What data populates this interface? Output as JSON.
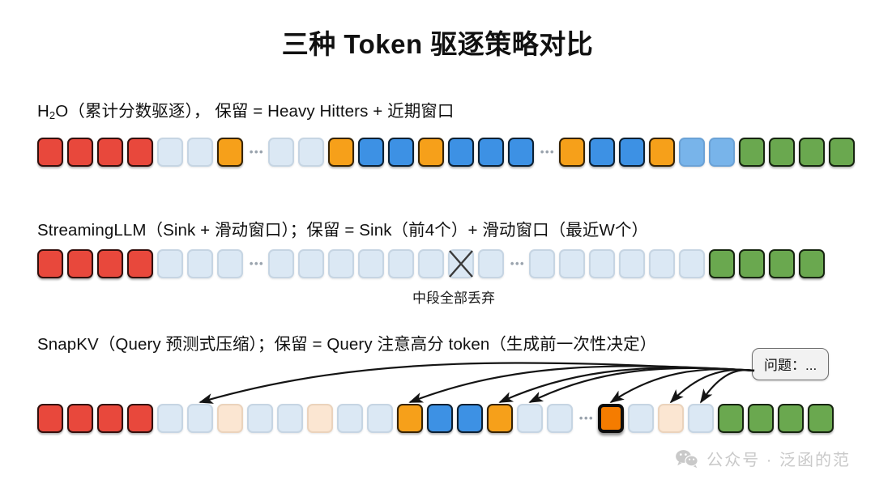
{
  "title": "三种 Token 驱逐策略对比",
  "palette": {
    "red": "#e8483c",
    "orange": "#f6a01a",
    "orange_dark": "#f57c00",
    "blue": "#3d91e4",
    "blue_light": "#78b4ea",
    "green": "#6aa84f",
    "pale_blue": "#dbe8f4",
    "peach": "#fbe6d2",
    "arrow": "#1a1a1a",
    "watermark": "#c9c9c9"
  },
  "rows": [
    {
      "id": "h2o",
      "label": "H2O（累计分数驱逐）， 保留 = Heavy Hitters + 近期窗口",
      "label_prefix": "H",
      "label_sub": "2",
      "label_rest": "O（累计分数驱逐）， 保留 = Heavy Hitters + 近期窗口",
      "tokens": [
        {
          "color": "red"
        },
        {
          "color": "red"
        },
        {
          "color": "red"
        },
        {
          "color": "red"
        },
        {
          "color": "pale_blue"
        },
        {
          "color": "pale_blue"
        },
        {
          "color": "orange"
        },
        {
          "gap": "ellipsis"
        },
        {
          "color": "pale_blue"
        },
        {
          "color": "pale_blue"
        },
        {
          "color": "orange"
        },
        {
          "color": "blue"
        },
        {
          "color": "blue"
        },
        {
          "color": "orange"
        },
        {
          "color": "blue"
        },
        {
          "color": "blue"
        },
        {
          "color": "blue"
        },
        {
          "gap": "ellipsis"
        },
        {
          "color": "orange"
        },
        {
          "color": "blue"
        },
        {
          "color": "blue"
        },
        {
          "color": "orange"
        },
        {
          "color": "blue_light"
        },
        {
          "color": "blue_light"
        },
        {
          "color": "green"
        },
        {
          "color": "green"
        },
        {
          "color": "green"
        },
        {
          "color": "green"
        }
      ]
    },
    {
      "id": "streamingllm",
      "label": "StreamingLLM（Sink + 滑动窗口）；保留 = Sink（前4个）+ 滑动窗口（最近W个）",
      "caption": "中段全部丢弃",
      "tokens": [
        {
          "color": "red"
        },
        {
          "color": "red"
        },
        {
          "color": "red"
        },
        {
          "color": "red"
        },
        {
          "color": "pale_blue"
        },
        {
          "color": "pale_blue"
        },
        {
          "color": "pale_blue"
        },
        {
          "gap": "ellipsis"
        },
        {
          "color": "pale_blue"
        },
        {
          "color": "pale_blue"
        },
        {
          "color": "pale_blue"
        },
        {
          "color": "pale_blue"
        },
        {
          "color": "pale_blue"
        },
        {
          "color": "pale_blue"
        },
        {
          "color": "pale_blue",
          "mark": "x"
        },
        {
          "color": "pale_blue"
        },
        {
          "gap": "ellipsis"
        },
        {
          "color": "pale_blue"
        },
        {
          "color": "pale_blue"
        },
        {
          "color": "pale_blue"
        },
        {
          "color": "pale_blue"
        },
        {
          "color": "pale_blue"
        },
        {
          "color": "pale_blue"
        },
        {
          "color": "green"
        },
        {
          "color": "green"
        },
        {
          "color": "green"
        },
        {
          "color": "green"
        }
      ]
    },
    {
      "id": "snapkv",
      "label": "SnapKV（Query 预测式压缩）；保留 = Query 注意高分 token（生成前一次性决定）",
      "query_box": "问题：...",
      "tokens": [
        {
          "color": "red"
        },
        {
          "color": "red"
        },
        {
          "color": "red"
        },
        {
          "color": "red"
        },
        {
          "color": "pale_blue"
        },
        {
          "color": "pale_blue",
          "arrow": true
        },
        {
          "color": "peach"
        },
        {
          "color": "pale_blue"
        },
        {
          "color": "pale_blue"
        },
        {
          "color": "peach"
        },
        {
          "color": "pale_blue"
        },
        {
          "color": "pale_blue"
        },
        {
          "color": "orange",
          "arrow": true
        },
        {
          "color": "blue"
        },
        {
          "color": "blue"
        },
        {
          "color": "orange",
          "arrow": true
        },
        {
          "color": "pale_blue",
          "arrow": true
        },
        {
          "color": "pale_blue"
        },
        {
          "gap": "ellipsis"
        },
        {
          "color": "orange_dark",
          "highlight": true,
          "arrow": true
        },
        {
          "color": "pale_blue"
        },
        {
          "color": "peach",
          "arrow": true
        },
        {
          "color": "pale_blue",
          "arrow": true
        },
        {
          "color": "green"
        },
        {
          "color": "green"
        },
        {
          "color": "green"
        },
        {
          "color": "green"
        }
      ]
    }
  ],
  "watermark": {
    "icon": "wechat-icon",
    "text": "公众号 · 泛函的范"
  }
}
